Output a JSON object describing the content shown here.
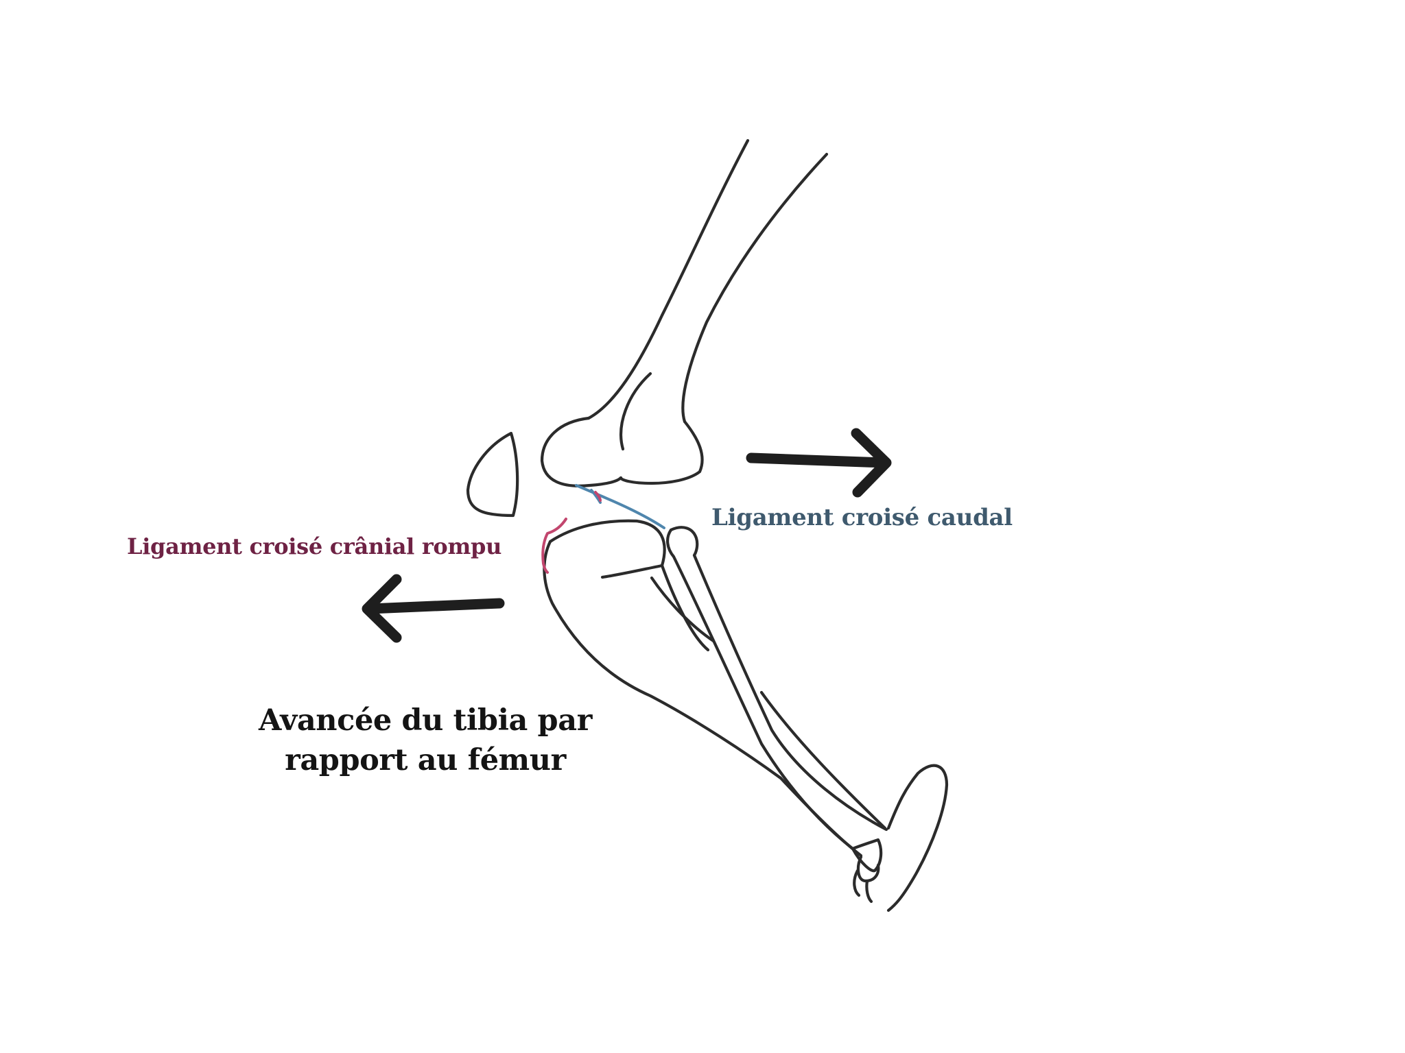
{
  "labels": {
    "cranial_ligament": "Ligament croisé crânial rompu",
    "caudal_ligament": "Ligament croisé caudal",
    "caption_line1": "Avancée du tibia par",
    "caption_line2": "rapport au fémur"
  },
  "colors": {
    "cranial_ligament": "#6e2244",
    "caudal_ligament": "#3f5a6e",
    "caption": "#141414"
  }
}
